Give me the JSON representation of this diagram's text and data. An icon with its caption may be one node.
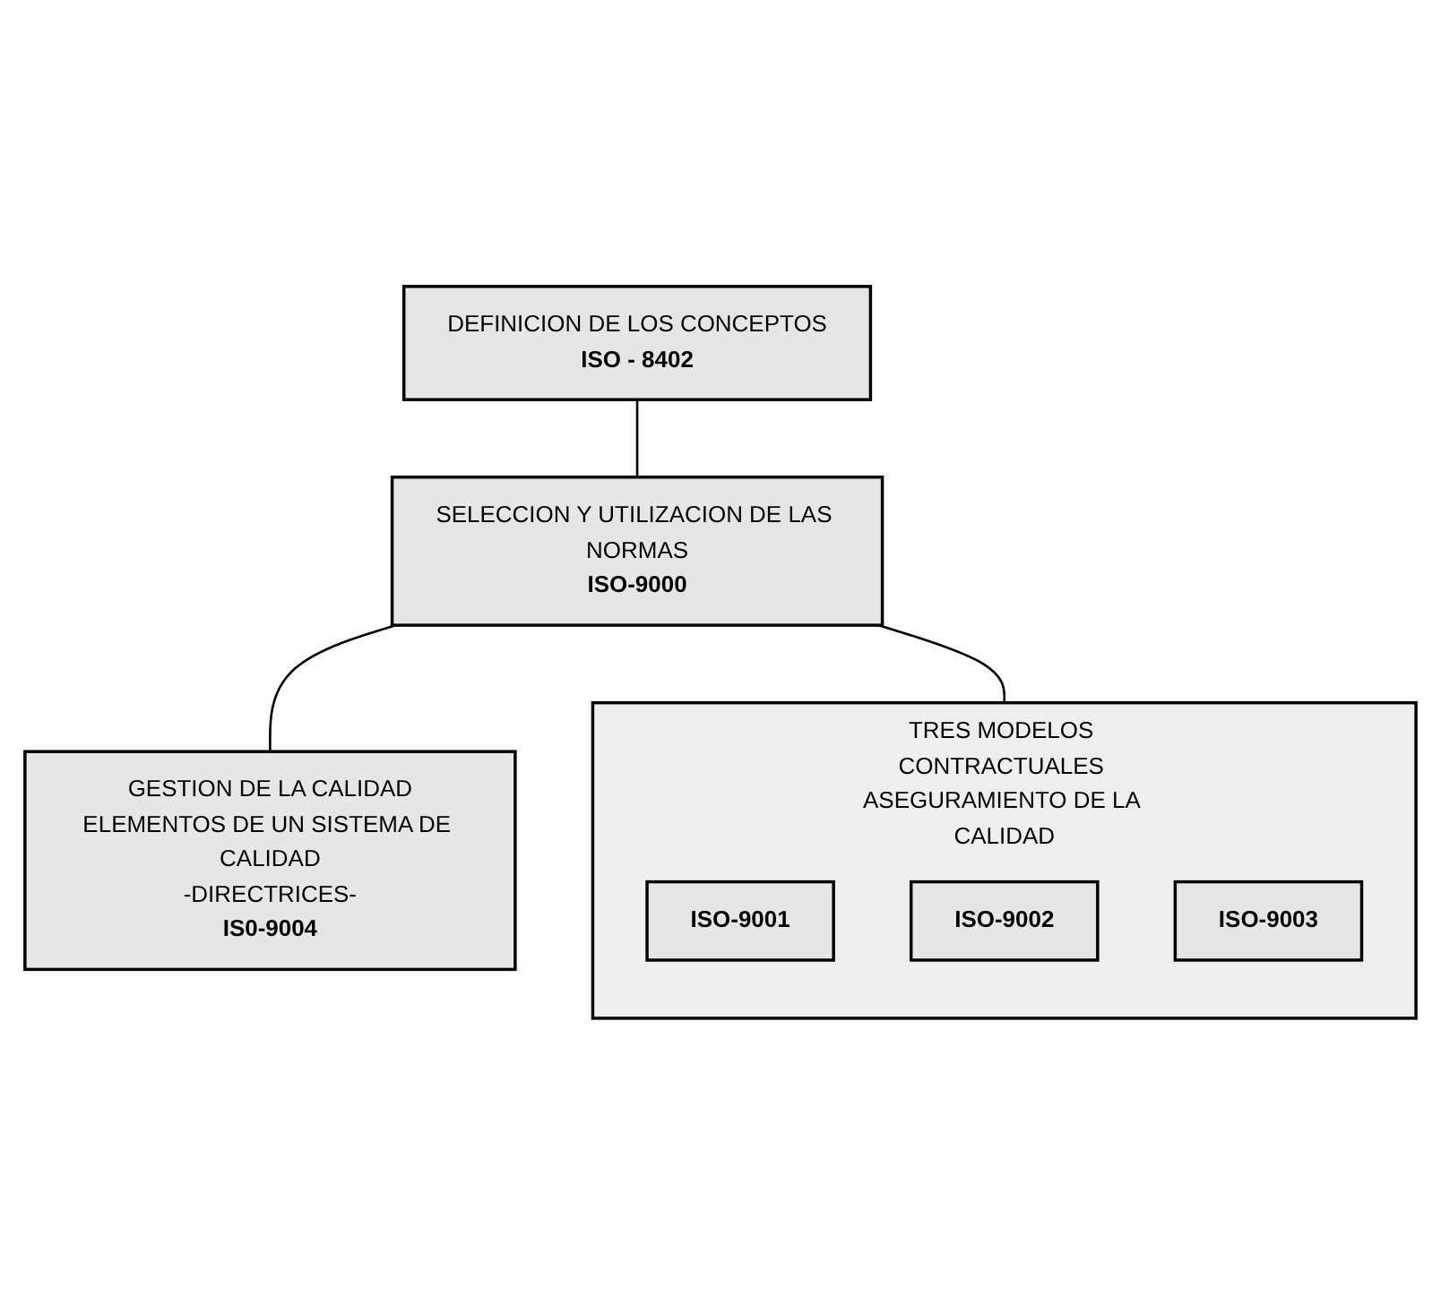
{
  "diagram": {
    "nodes": [
      {
        "text": [
          "DEFINICION DE LOS CONCEPTOS",
          "ISO - 8402"
        ]
      },
      {
        "text": [
          "SELECCION Y UTILIZACION DE LAS NORMAS",
          "ISO-9000"
        ]
      },
      {
        "text": [
          "GESTION DE LA CALIDAD",
          "ELEMENTOS DE UN SISTEMA DE CALIDAD",
          "-DIRECTRICES-",
          "IS0-9004"
        ]
      },
      {
        "text": [
          "TRES MODELOS CONTRACTUALES ASEGURAMIENTO DE LA CALIDAD"
        ]
      },
      {
        "text": [
          "ISO-9001"
        ],
        "in": 3
      },
      {
        "text": [
          "ISO-9002"
        ],
        "in": 3
      },
      {
        "text": [
          "ISO-9003"
        ],
        "in": 3
      }
    ],
    "edges": [
      {
        "from": 0,
        "to": 1,
        "arrow": "none"
      },
      {
        "from": 1,
        "to": 2,
        "arrow": "none"
      },
      {
        "from": 1,
        "to": 3,
        "arrow": "none"
      }
    ]
  }
}
